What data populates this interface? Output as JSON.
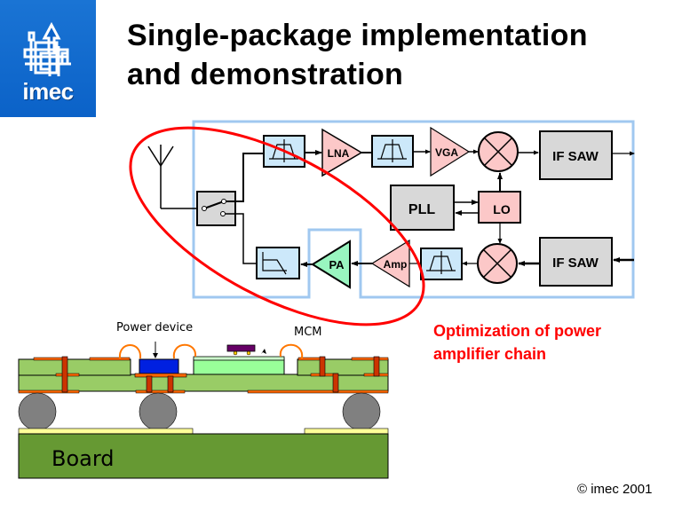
{
  "logo": {
    "text": "imec",
    "icon": "imec-building-arrow-icon",
    "background": "#0b62c8"
  },
  "title": {
    "line1": "Single-package implementation",
    "line2": "and demonstration"
  },
  "block_diagram": {
    "blocks": {
      "lna": "LNA",
      "vga": "VGA",
      "pll": "PLL",
      "lo": "LO",
      "pa": "PA",
      "amp": "Amp",
      "if_saw_top": "IF SAW",
      "if_saw_bottom": "IF SAW"
    },
    "colors": {
      "filter_fill": "#cce8fa",
      "amp_fill": "#fcc8c8",
      "pa_fill": "#99f5c0",
      "gray_fill": "#d8d8d8",
      "package_outline": "#a0c8f0",
      "highlight_ellipse": "#ff0000"
    }
  },
  "cross_section": {
    "labels": {
      "power_device": "Power device",
      "mcm": "MCM",
      "board": "Board"
    },
    "colors": {
      "substrate": "#99cc66",
      "mcm_die": "#99ff99",
      "power_die": "#0020e0",
      "copper": "#ff6600",
      "via": "#cc3300",
      "ball": "#808080",
      "pad": "#ffff99",
      "board": "#669933",
      "chip": "#660066"
    }
  },
  "note": {
    "line1": "Optimization of power",
    "line2": "amplifier chain",
    "color": "#ff0000"
  },
  "footer": {
    "copyright": "© imec 2001"
  }
}
